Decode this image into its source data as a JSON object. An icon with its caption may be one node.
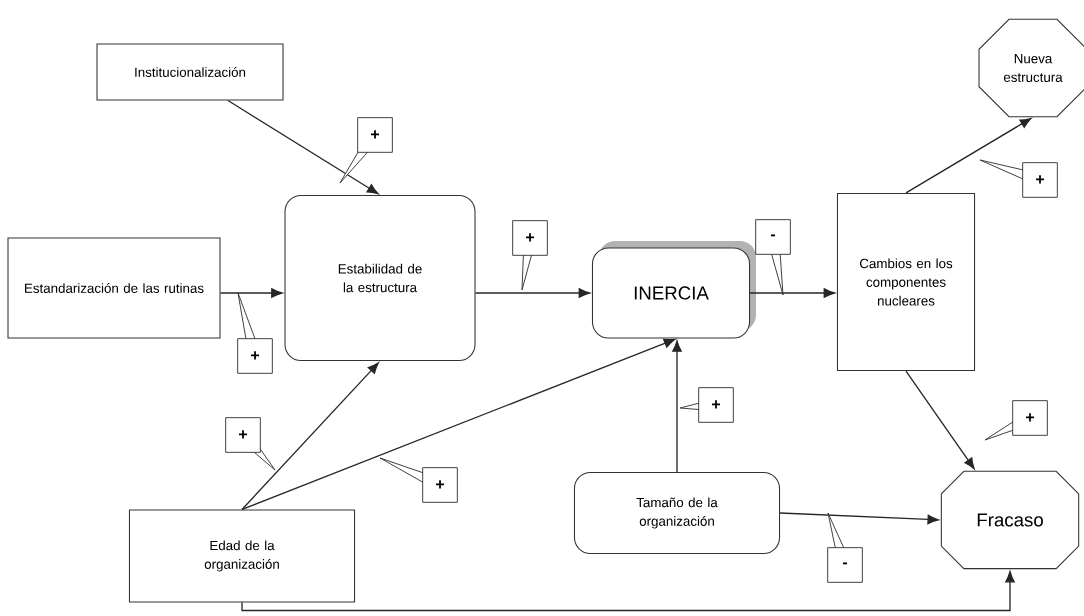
{
  "diagram": {
    "nodes": [
      {
        "text": [
          "Institucionalización"
        ]
      },
      {
        "text": [
          "Estandarización de las rutinas"
        ]
      },
      {
        "text": [
          "Estabilidad de la estructura"
        ]
      },
      {
        "text": [
          "INERCIA"
        ]
      },
      {
        "text": [
          "Cambios en los componentes nucleares"
        ]
      },
      {
        "text": [
          "Nueva estructura"
        ]
      },
      {
        "text": [
          "Edad de la organización"
        ]
      },
      {
        "text": [
          "Tamaño de la organización"
        ]
      },
      {
        "text": [
          "Fracaso"
        ]
      }
    ],
    "edges": [
      {
        "from": 0,
        "to": 2,
        "arrow": "to",
        "label": "+"
      },
      {
        "from": 1,
        "to": 2,
        "arrow": "to",
        "label": "+"
      },
      {
        "from": 2,
        "to": 3,
        "arrow": "to",
        "label": "+"
      },
      {
        "from": 3,
        "to": 4,
        "arrow": "to",
        "label": "-"
      },
      {
        "from": 4,
        "to": 5,
        "arrow": "to",
        "label": "+"
      },
      {
        "from": 4,
        "to": 8,
        "arrow": "to",
        "label": "+"
      },
      {
        "from": 6,
        "to": 2,
        "arrow": "to",
        "label": "+"
      },
      {
        "from": 6,
        "to": 3,
        "arrow": "to",
        "label": "+"
      },
      {
        "from": 7,
        "to": 3,
        "arrow": "to",
        "label": "+"
      },
      {
        "from": 7,
        "to": 8,
        "arrow": "to",
        "label": "-"
      },
      {
        "from": 6,
        "to": 8,
        "arrow": "to"
      }
    ]
  }
}
